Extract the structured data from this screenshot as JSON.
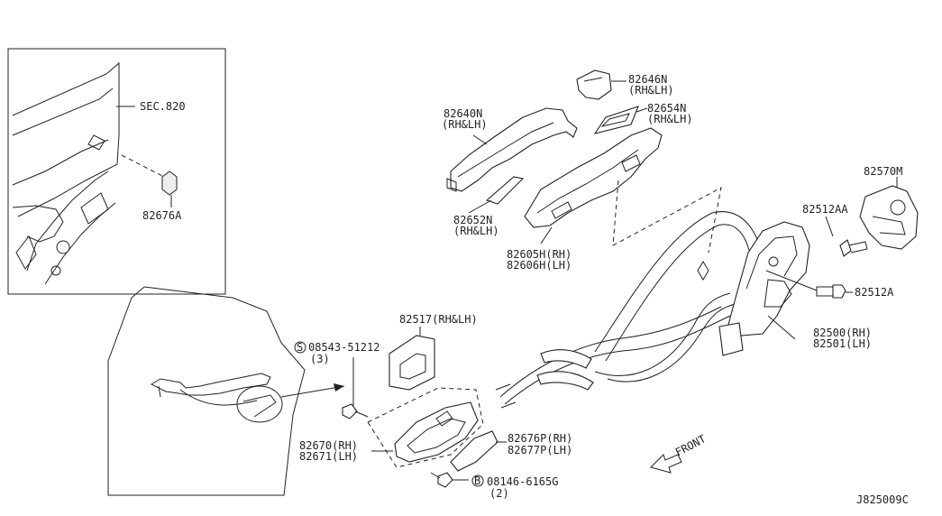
{
  "labels": {
    "sec820": "SEC.820",
    "p82676A": "82676A",
    "p82646N": "82646N",
    "p82646N_side": "(RH&LH)",
    "p82654N": "82654N",
    "p82654N_side": "(RH&LH)",
    "p82640N": "82640N",
    "p82640N_side": "(RH&LH)",
    "p82652N": "82652N",
    "p82652N_side": "(RH&LH)",
    "p82605H": "82605H(RH)",
    "p82606H": "82606H(LH)",
    "p82570M": "82570M",
    "p82512AA": "82512AA",
    "p82512A": "82512A",
    "p82500": "82500(RH)",
    "p82501": "82501(LH)",
    "p82517": "82517(RH&LH)",
    "s08543": "08543-51212",
    "s08543_qty": "(3)",
    "p82670": "82670(RH)",
    "p82671": "82671(LH)",
    "p82676P": "82676P(RH)",
    "p82677P": "82677P(LH)",
    "b08146": "08146-6165G",
    "b08146_qty": "(2)",
    "front": "FRONT",
    "code": "J825009C"
  },
  "badges": {
    "screw": "S",
    "bolt": "B"
  }
}
